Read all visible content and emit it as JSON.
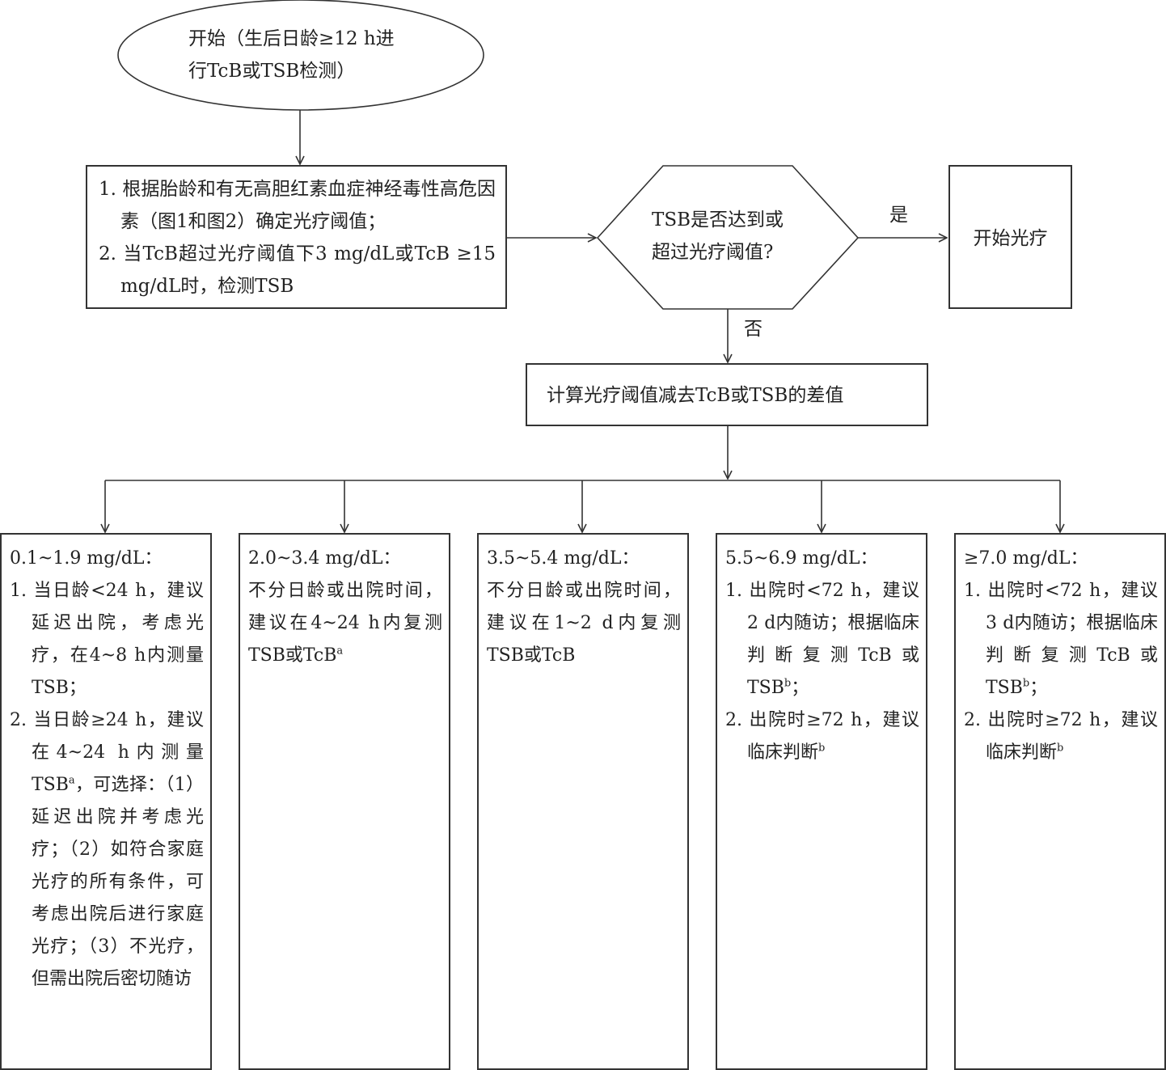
{
  "start": {
    "lines": [
      "开始（生后日龄≥12 h进",
      "行TcB或TSB检测）"
    ]
  },
  "step1": {
    "items": [
      "1. 根据胎龄和有无高胆红素血症神经毒性高危因素（图1和图2）确定光疗阈值；",
      "2. 当TcB超过光疗阈值下3 mg/dL或TcB ≥15 mg/dL时，检测TSB"
    ]
  },
  "decision": {
    "lines": [
      "TSB是否达到或",
      "超过光疗阈值?"
    ],
    "yes_label": "是",
    "no_label": "否"
  },
  "phototherapy": {
    "label": "开始光疗"
  },
  "difference": {
    "label": "计算光疗阈值减去TcB或TSB的差值"
  },
  "branches": [
    {
      "range": "0.1~1.9 mg/dL：",
      "items": [
        {
          "text": "1. 当日龄<24 h，建议延迟出院，考虑光疗，在4~8 h内测量TSB；"
        },
        {
          "text": "2. 当日龄≥24 h，建议在4~24 h内测量TSB",
          "sup": "a",
          "after": "，可选择：（1）延迟出院并考虑光疗；（2）如符合家庭光疗的所有条件，可考虑出院后进行家庭光疗；（3）不光疗，但需出院后密切随访"
        }
      ]
    },
    {
      "range": "2.0~3.4 mg/dL：",
      "text": "不分日龄或出院时间，建议在4~24 h内复测TSB或TcB",
      "sup": "a"
    },
    {
      "range": "3.5~5.4 mg/dL：",
      "text": "不分日龄或出院时间，建议在1~2 d内复测TSB或TcB"
    },
    {
      "range": "5.5~6.9 mg/dL：",
      "items": [
        {
          "text": "1. 出院时<72 h，建议2 d内随访；根据临床判断复测TcB或TSB",
          "sup": "b",
          "after": "；"
        },
        {
          "text": "2. 出院时≥72 h，建议临床判断",
          "sup": "b"
        }
      ]
    },
    {
      "range": "≥7.0 mg/dL：",
      "items": [
        {
          "text": "1. 出院时<72 h，建议3 d内随访；根据临床判断复测TcB或TSB",
          "sup": "b",
          "after": "；"
        },
        {
          "text": "2. 出院时≥72 h，建议临床判断",
          "sup": "b"
        }
      ]
    }
  ],
  "colors": {
    "stroke": "#333333",
    "text": "#222222",
    "background": "#ffffff"
  }
}
